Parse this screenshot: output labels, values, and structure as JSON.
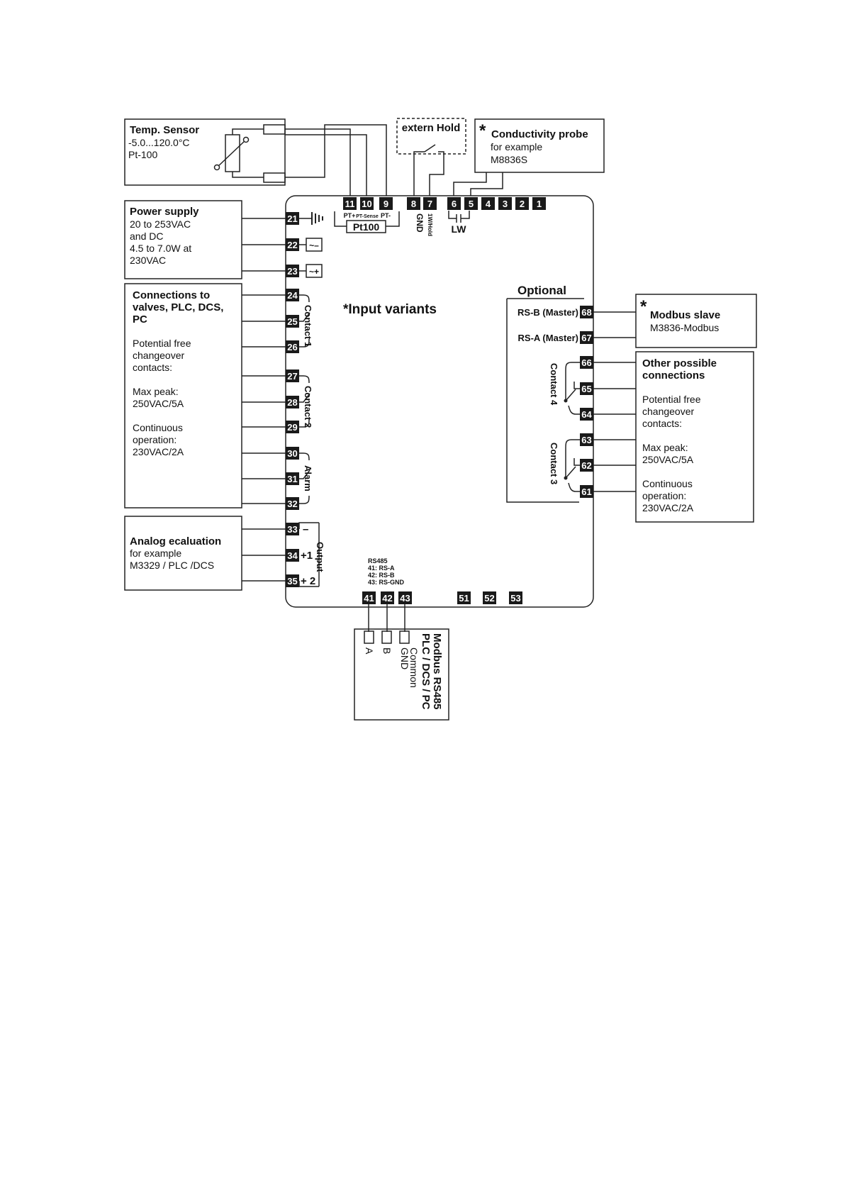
{
  "temp_sensor": {
    "title": "Temp. Sensor",
    "lines": [
      "-5.0...120.0°C",
      "Pt-100"
    ]
  },
  "extern_hold": {
    "title": "extern Hold"
  },
  "conductivity_probe": {
    "star": "*",
    "title": "Conductivity probe",
    "lines": [
      "for example",
      "M8836S"
    ]
  },
  "power_supply": {
    "title": "Power supply",
    "lines": [
      "20 to 253VAC",
      "and DC",
      "4.5 to 7.0W at",
      "230VAC"
    ]
  },
  "connections": {
    "title_lines": [
      "Connections to",
      "valves, PLC, DCS,",
      "PC"
    ],
    "lines": [
      "Potential free",
      "changeover",
      "contacts:",
      "Max peak:",
      "250VAC/5A",
      "Continuous",
      "operation:",
      "230VAC/2A"
    ]
  },
  "analog": {
    "title": "Analog ecaluation",
    "lines": [
      "for example",
      "M3329 / PLC /DCS"
    ]
  },
  "modbus_slave": {
    "star": "*",
    "title": "Modbus slave",
    "lines": [
      "M3836-Modbus"
    ]
  },
  "other_connections": {
    "title_lines": [
      "Other possible",
      "connections"
    ],
    "lines": [
      "Potential free",
      "changeover",
      "contacts:",
      "Max peak:",
      "250VAC/5A",
      "Continuous",
      "operation:",
      "230VAC/2A"
    ]
  },
  "rs485_box": {
    "lines": [
      "Modbus RS485",
      "PLC / DCS / PC"
    ],
    "pins": [
      "A",
      "B",
      "GND",
      "Common"
    ]
  },
  "labels": {
    "input_variants": "*Input variants",
    "optional": "Optional",
    "rs_b_master": "RS-B (Master)",
    "rs_a_master": "RS-A (Master)",
    "pt_plus": "PT+",
    "pt_sense": "PT-Sense",
    "pt_minus": "PT-",
    "pt100": "Pt100",
    "gnd": "GND",
    "wihold": "1W/Hold",
    "lw": "LW",
    "contact1": "Contact 1",
    "contact2": "Contact 2",
    "alarm": "Alarm",
    "output": "Output",
    "contact3": "Contact 3",
    "contact4": "Contact 4",
    "out_minus": "–",
    "out_plus1": "+1",
    "out_plus2": "+ 2",
    "rs485_legend": [
      "RS485",
      "41: RS-A",
      "42: RS-B",
      "43: RS-GND"
    ]
  },
  "terminals": {
    "top": [
      "11",
      "10",
      "9",
      "8",
      "7",
      "6",
      "5",
      "4",
      "3",
      "2",
      "1"
    ],
    "left": [
      "21",
      "22",
      "23",
      "24",
      "25",
      "26",
      "27",
      "28",
      "29",
      "30",
      "31",
      "32",
      "33",
      "34",
      "35"
    ],
    "right": [
      "68",
      "67",
      "66",
      "65",
      "64",
      "63",
      "62",
      "61"
    ],
    "bottom": [
      "41",
      "42",
      "43",
      "51",
      "52",
      "53"
    ]
  },
  "icons": {
    "ground": "ground-icon",
    "ac_minus": "ac-minus-icon",
    "ac_plus": "ac-plus-icon",
    "switch": "switch-icon",
    "resistor": "rtd-resistor-icon",
    "capacitor": "capacitor-icon"
  }
}
